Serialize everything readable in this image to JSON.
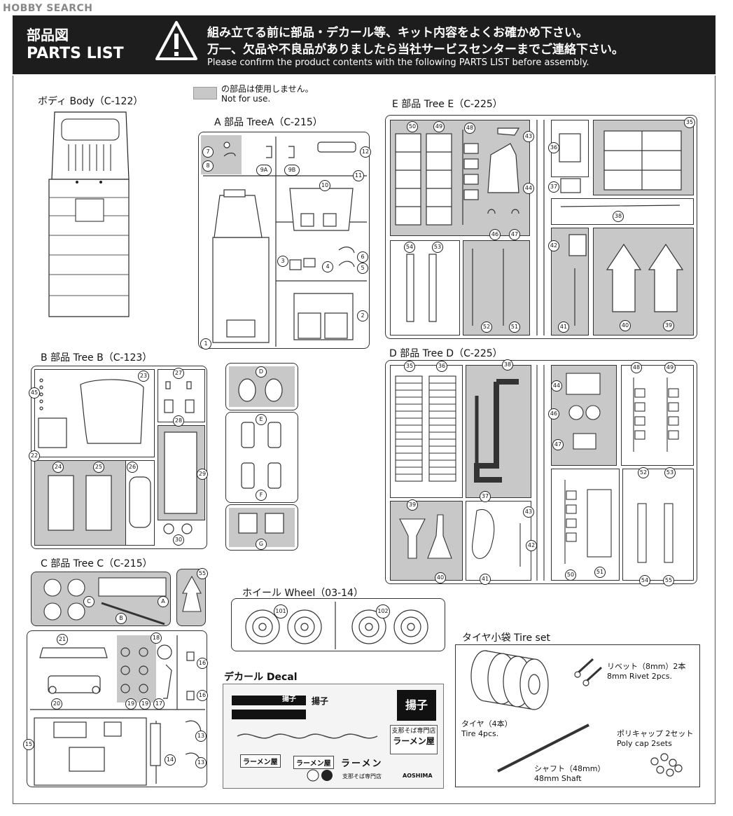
{
  "watermark": "HOBBY SEARCH",
  "header": {
    "title_jp": "部品図",
    "title_en": "PARTS LIST",
    "line1": "組み立てる前に部品・デカール等、キット内容をよくお確かめ下さい。",
    "line2": "万一、欠品や不良品がありましたら当社サービスセンターまでご連絡下さい。",
    "line3": "Please confirm the product contents with the following PARTS LIST before assembly."
  },
  "legend": {
    "jp": "の部品は使用しません。",
    "en": "Not for use."
  },
  "sections": {
    "body": "ボディ Body（C-122）",
    "treeA": "A 部品 TreeA（C-215）",
    "treeB": "B 部品 Tree B（C-123）",
    "treeC": "C 部品 Tree C（C-215）",
    "treeD": "D 部品 Tree D（C-225）",
    "treeE": "E 部品 Tree E（C-225）",
    "wheel": "ホイール Wheel（03-14）",
    "decal": "デカール Decal",
    "tireset": "タイヤ小袋 Tire set"
  },
  "tireset": {
    "rivet_jp": "リベット（8mm）2本",
    "rivet_en": "8mm Rivet 2pcs.",
    "tire_jp": "タイヤ（4本）",
    "tire_en": "Tire 4pcs.",
    "polycap_jp": "ポリキャップ 2セット",
    "polycap_en": "Poly cap 2sets",
    "shaft_jp": "シャフト（48mm）",
    "shaft_en": "48mm Shaft"
  },
  "part_numbers": {
    "A": [
      "7",
      "8",
      "9A",
      "9B",
      "12",
      "11",
      "10",
      "6",
      "3",
      "4",
      "5",
      "2",
      "1"
    ],
    "B": [
      "23",
      "27",
      "45",
      "28",
      "22",
      "24",
      "25",
      "26",
      "29",
      "30"
    ],
    "B_sub": [
      "D",
      "E",
      "F",
      "G"
    ],
    "C": [
      "55",
      "C",
      "A",
      "B",
      "21",
      "18",
      "16",
      "20",
      "19",
      "19",
      "17",
      "16",
      "15",
      "14",
      "13",
      "13"
    ],
    "E": [
      "50",
      "49",
      "48",
      "43",
      "44",
      "36",
      "35",
      "37",
      "38",
      "46",
      "47",
      "54",
      "53",
      "42",
      "52",
      "51",
      "41",
      "40",
      "39"
    ],
    "D": [
      "35",
      "36",
      "38",
      "44",
      "48",
      "49",
      "46",
      "47",
      "37",
      "52",
      "53",
      "39",
      "43",
      "42",
      "40",
      "41",
      "50",
      "51",
      "54",
      "55"
    ],
    "wheel": [
      "101",
      "102"
    ]
  },
  "decal": {
    "words": [
      "揚子",
      "ラーメン屋",
      "ラーメン",
      "支那そば専門店",
      "AOSHIMA"
    ]
  },
  "colors": {
    "header_bg": "#1d1d1d",
    "unused_gray": "#c8c8c8"
  }
}
